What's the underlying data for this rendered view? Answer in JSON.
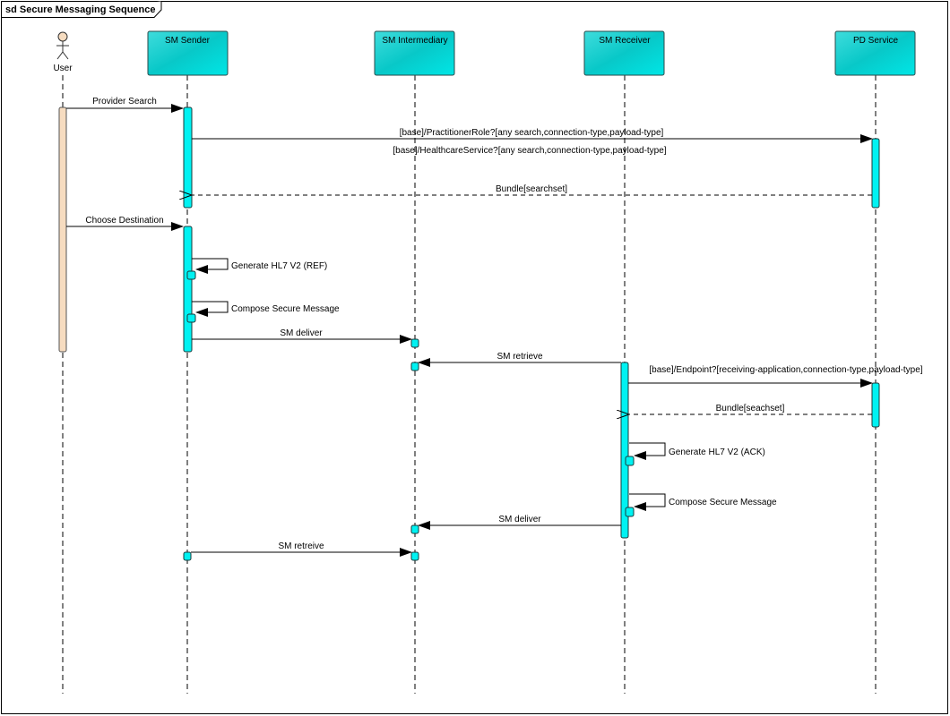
{
  "frame": {
    "title": "sd Secure Messaging Sequence"
  },
  "participants": [
    {
      "name": "User",
      "kind": "actor"
    },
    {
      "name": "SM Sender",
      "kind": "lifeline"
    },
    {
      "name": "SM Intermediary",
      "kind": "lifeline"
    },
    {
      "name": "SM Receiver",
      "kind": "lifeline"
    },
    {
      "name": "PD Service",
      "kind": "lifeline"
    }
  ],
  "messages": [
    {
      "label": "Provider Search",
      "from": "User",
      "to": "SM Sender",
      "type": "sync"
    },
    {
      "label": "[base]/PractitionerRole?[any search,connection-type,payload-type]",
      "from": "SM Sender",
      "to": "PD Service",
      "type": "sync"
    },
    {
      "label": "[base]/HealthcareService?[any search,connection-type,payload-type]",
      "from": "SM Sender",
      "to": "PD Service",
      "type": "note"
    },
    {
      "label": "Bundle[searchset]",
      "from": "PD Service",
      "to": "SM Sender",
      "type": "return"
    },
    {
      "label": "Choose Destination",
      "from": "User",
      "to": "SM Sender",
      "type": "sync"
    },
    {
      "label": "Generate HL7 V2 (REF)",
      "from": "SM Sender",
      "to": "SM Sender",
      "type": "self"
    },
    {
      "label": "Compose Secure Message",
      "from": "SM Sender",
      "to": "SM Sender",
      "type": "self"
    },
    {
      "label": "SM deliver",
      "from": "SM Sender",
      "to": "SM Intermediary",
      "type": "sync"
    },
    {
      "label": "SM retrieve",
      "from": "SM Receiver",
      "to": "SM Intermediary",
      "type": "sync"
    },
    {
      "label": "[base]/Endpoint?[receiving-application,connection-type,payload-type]",
      "from": "SM Receiver",
      "to": "PD Service",
      "type": "sync"
    },
    {
      "label": "Bundle[seachset]",
      "from": "PD Service",
      "to": "SM Receiver",
      "type": "return"
    },
    {
      "label": "Generate HL7 V2 (ACK)",
      "from": "SM Receiver",
      "to": "SM Receiver",
      "type": "self"
    },
    {
      "label": "Compose Secure Message",
      "from": "SM Receiver",
      "to": "SM Receiver",
      "type": "self"
    },
    {
      "label": "SM deliver",
      "from": "SM Receiver",
      "to": "SM Intermediary",
      "type": "sync"
    },
    {
      "label": "SM retreive",
      "from": "SM Sender",
      "to": "SM Intermediary",
      "type": "sync"
    }
  ],
  "colors": {
    "lifeline_fill": "#00f2f2",
    "actor_fill": "#f6dcc0"
  }
}
